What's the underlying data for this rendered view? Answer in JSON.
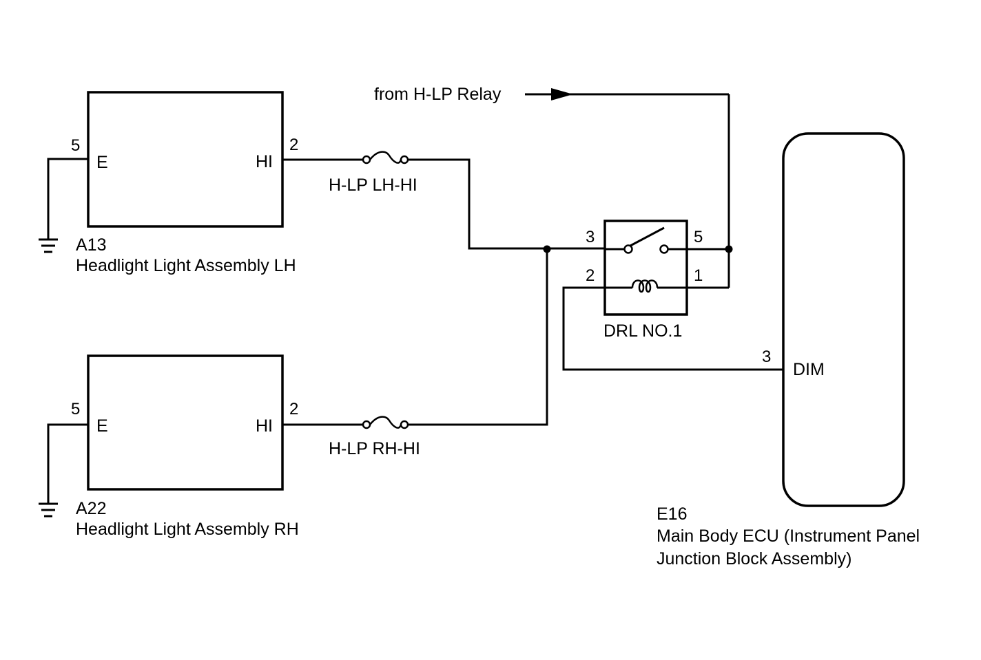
{
  "input": {
    "text": "from H-LP Relay"
  },
  "lh": {
    "code": "A13",
    "name": "Headlight Light Assembly LH",
    "pin_e_num": "5",
    "pin_e": "E",
    "pin_hi_num": "2",
    "pin_hi": "HI",
    "fuse": "H-LP LH-HI"
  },
  "rh": {
    "code": "A22",
    "name": "Headlight Light Assembly RH",
    "pin_e_num": "5",
    "pin_e": "E",
    "pin_hi_num": "2",
    "pin_hi": "HI",
    "fuse": "H-LP RH-HI"
  },
  "relay": {
    "name": "DRL NO.1",
    "pin3": "3",
    "pin5": "5",
    "pin2": "2",
    "pin1": "1"
  },
  "ecu": {
    "code": "E16",
    "name_line1": "Main Body ECU (Instrument Panel",
    "name_line2": "Junction Block Assembly)",
    "pin_num": "3",
    "pin": "DIM"
  }
}
